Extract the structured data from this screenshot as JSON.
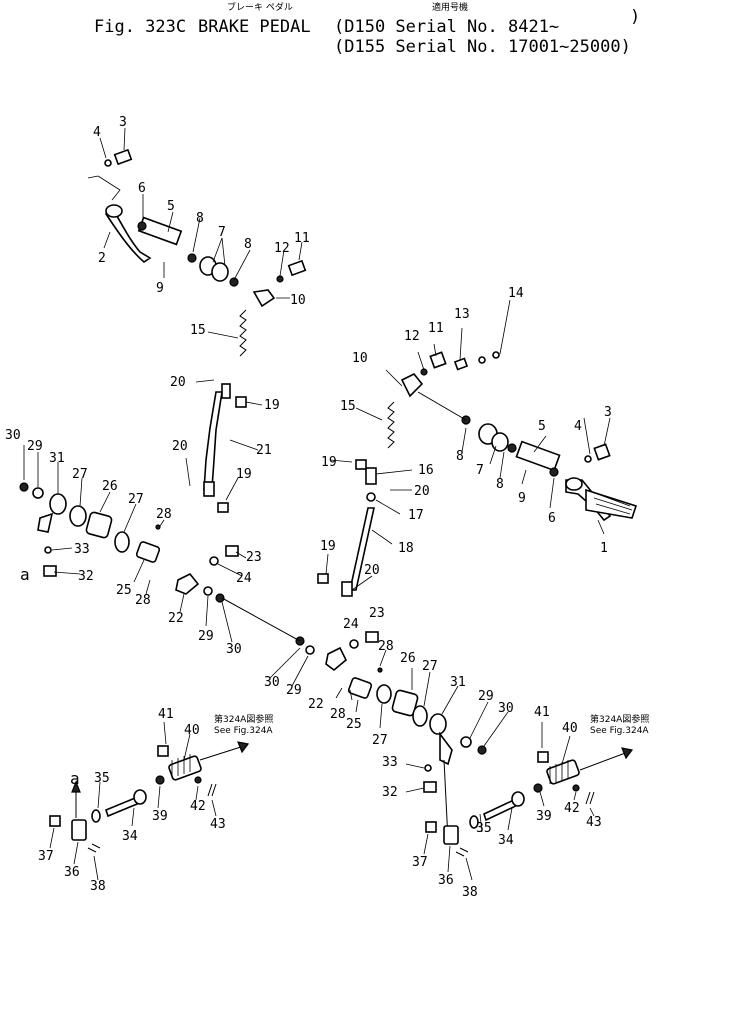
{
  "header": {
    "jp_title": "ブレーキ ペダル",
    "fig_label": "Fig. 323C",
    "title": "BRAKE PEDAL",
    "applicable_jp": "適用号機",
    "serial_line1": "(D150 Serial No. 8421~",
    "serial_line2": "(D155 Serial No. 17001~25000)",
    "paren_close": ")"
  },
  "callouts": [
    "1",
    "2",
    "3",
    "4",
    "5",
    "6",
    "7",
    "8",
    "9",
    "10",
    "11",
    "12",
    "13",
    "14",
    "15",
    "16",
    "17",
    "18",
    "19",
    "20",
    "21",
    "22",
    "23",
    "24",
    "25",
    "26",
    "27",
    "28",
    "29",
    "30",
    "31",
    "32",
    "33",
    "34",
    "35",
    "36",
    "37",
    "38",
    "39",
    "40",
    "41",
    "42",
    "43"
  ],
  "ref_left": {
    "jp": "第324A図参照",
    "en": "See Fig.324A"
  },
  "ref_right": {
    "jp": "第324A図参照",
    "en": "See Fig.324A"
  },
  "marker": "a"
}
